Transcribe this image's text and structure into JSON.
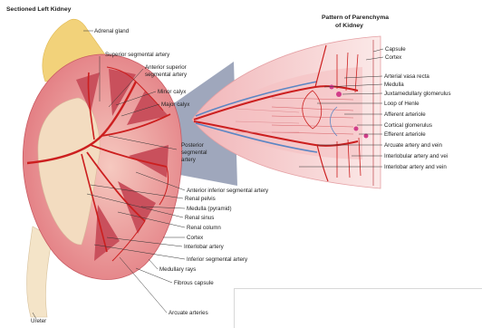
{
  "figure": {
    "title": "Sectioned Left Kidney",
    "inset_title_line1": "Pattern of Parenchyma",
    "inset_title_line2": "of Kidney"
  },
  "labels": {
    "adrenal_gland": "Adrenal gland",
    "superior_segmental_artery": "Superior segmental artery",
    "anterior_superior_1": "Anterior superior",
    "anterior_superior_2": "segmental artery",
    "minor_calyx": "Minor calyx",
    "major_calyx": "Major calyx",
    "posterior_1": "Posterior",
    "posterior_2": "segmental",
    "posterior_3": "artery",
    "anterior_inferior": "Anterior inferior segmental artery",
    "renal_pelvis": "Renal pelvis",
    "medulla_pyramid": "Medulla (pyramid)",
    "renal_sinus": "Renal sinus",
    "renal_column": "Renal column",
    "cortex_left": "Cortex",
    "interlobar_artery": "Interlobar artery",
    "inferior_segmental": "Inferior segmental artery",
    "medullary_rays": "Medullary rays",
    "fibrous_capsule": "Fibrous capsule",
    "arcuate_arteries": "Arcuate arteries",
    "ureter": "Ureter",
    "capsule": "Capsule",
    "cortex_right": "Cortex",
    "arterial_vasa_recta": "Arterial vasa recta",
    "medulla": "Medulla",
    "juxtamedullary": "Juxtamedullary glomerulus",
    "loop_of_henle": "Loop of Henle",
    "afferent_arteriole": "Afferent arteriole",
    "cortical_glomerulus": "Cortical glomerulus",
    "efferent_arteriole": "Efferent arteriole",
    "arcuate_artery_vein": "Arcuate artery and vein",
    "interlobular_artery_vein": "Interlobular artery and vei",
    "interlobar_artery_vein": "Interlobar artery and vein"
  },
  "colors": {
    "adrenal": "#f2d27a",
    "kidney_cortex": "#e9868a",
    "medulla": "#c9505c",
    "sinus": "#f3dcc0",
    "artery": "#cc1f1f",
    "vein": "#5b86c4",
    "wedge_bg": "#f8dcdc",
    "wedge_shadow": "#9aa2b8",
    "ureter": "#f4e4c8"
  }
}
